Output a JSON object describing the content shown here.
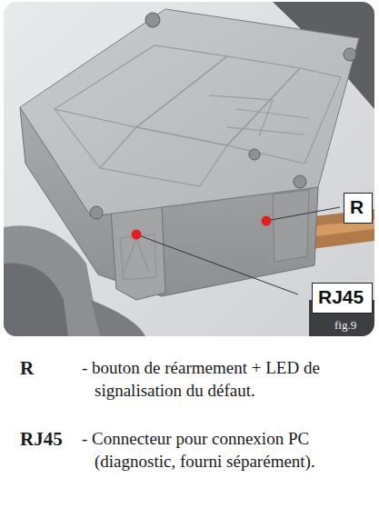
{
  "diagram": {
    "nodes": [
      {
        "text": [
          "R"
        ]
      },
      {
        "text": [
          "RJ45"
        ]
      }
    ],
    "edges": [],
    "labels": [
      "fig.9",
      "R",
      "- bouton de réarmement + LED de signalisation du défaut.",
      "RJ45",
      "- Connecteur pour connexion PC (diagnostic, fourni séparément)."
    ]
  }
}
